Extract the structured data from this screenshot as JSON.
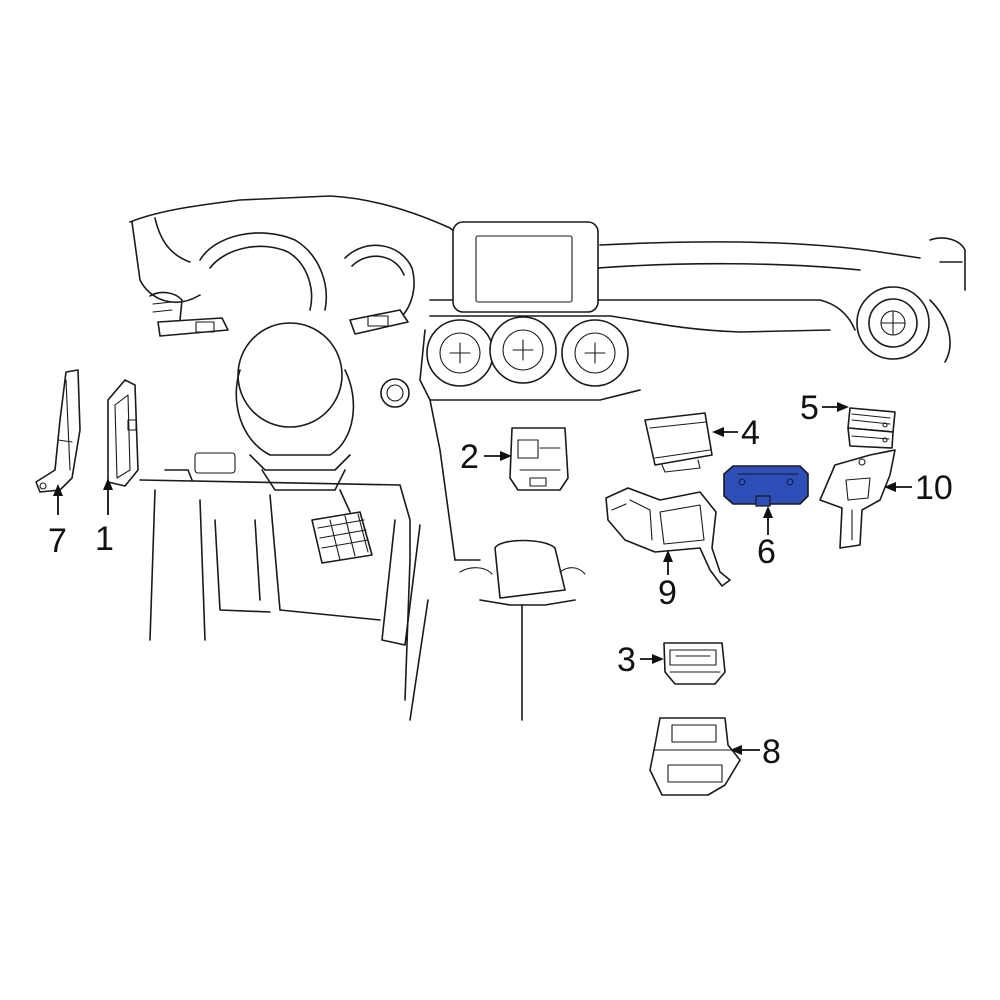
{
  "callouts": [
    {
      "id": "1",
      "label": "1"
    },
    {
      "id": "2",
      "label": "2"
    },
    {
      "id": "3",
      "label": "3"
    },
    {
      "id": "4",
      "label": "4"
    },
    {
      "id": "5",
      "label": "5"
    },
    {
      "id": "6",
      "label": "6"
    },
    {
      "id": "7",
      "label": "7"
    },
    {
      "id": "8",
      "label": "8"
    },
    {
      "id": "9",
      "label": "9"
    },
    {
      "id": "10",
      "label": "10"
    }
  ],
  "colors": {
    "highlight_part": "#2f4fb8",
    "line": "#1a1a1a",
    "background": "#ffffff"
  },
  "highlighted_callout": "6"
}
